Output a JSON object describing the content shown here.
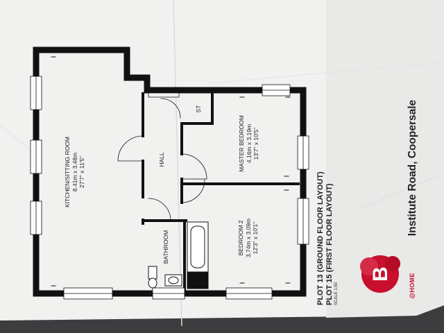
{
  "rooms": {
    "kitchen": {
      "name": "KITCHEN/SITTING ROOM",
      "metric": "8.41m x 3.48m",
      "imperial": "27'7\" x 11'5\""
    },
    "master_bedroom": {
      "name": "MASTER BEDROOM",
      "metric": "4.16m x 3.19m",
      "imperial": "13'7\" x 10'5\""
    },
    "bedroom2": {
      "name": "BEDROOM 2",
      "metric": "3.74m x 3.09m",
      "imperial": "12'3\" x 10'1\""
    },
    "hall": {
      "name": "HALL"
    },
    "bathroom": {
      "name": "BATHROOM"
    },
    "store": {
      "name": "ST"
    }
  },
  "title_block": {
    "line1": "PLOT 13 (GROUND FLOOR LAYOUT)",
    "line2": "PLOT 15 (FIRST FLOOR LAYOUT)",
    "scale": "SCALE 1:50"
  },
  "address": "Institute Road, Coopersale",
  "brand": {
    "text": "@HOME",
    "letter": "B",
    "color": "#c8102e"
  }
}
